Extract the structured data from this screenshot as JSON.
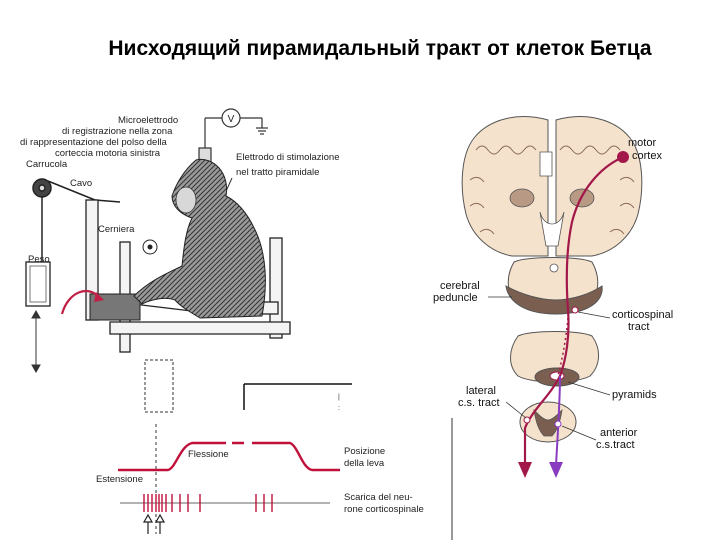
{
  "slide": {
    "title": "Нисходящий пирамидальный тракт от клеток Бетца"
  },
  "left_figure": {
    "labels": {
      "microelectrode_1": "Microelettrodo",
      "microelectrode_2": "di registrazione nella zona",
      "microelectrode_3": "di rappresentazione del polso della",
      "microelectrode_4": "corteccia motoria sinistra",
      "stim_electrode_1": "Elettrodo di stimolazione",
      "stim_electrode_2": "nel tratto piramidale",
      "carrucola": "Carrucola",
      "cavo": "Cavo",
      "cerniera": "Cerniera",
      "peso": "Peso",
      "meter_symbol": "V"
    },
    "traces": {
      "flessione": "Flessione",
      "estensione": "Estensione",
      "posizione_1": "Posizione",
      "posizione_2": "della leva",
      "scarica_1": "Scarica del neu-",
      "scarica_2": "rone corticospinale"
    }
  },
  "right_figure": {
    "labels": {
      "motor_1": "motor",
      "motor_2": "cortex",
      "cerebral_1": "cerebral",
      "cerebral_2": "peduncle",
      "corticospinal_1": "corticospinal",
      "corticospinal_2": "tract",
      "pyramids": "pyramids",
      "lateral_1": "lateral",
      "lateral_2": "c.s. tract",
      "anterior_1": "anterior",
      "anterior_2": "c.s.tract"
    },
    "colors": {
      "lateral_tract": "#a3184a",
      "anterior_tract": "#8a3cc0",
      "peduncle_fill": "#7a5e50",
      "brain_fill": "#f5e2cc"
    }
  }
}
